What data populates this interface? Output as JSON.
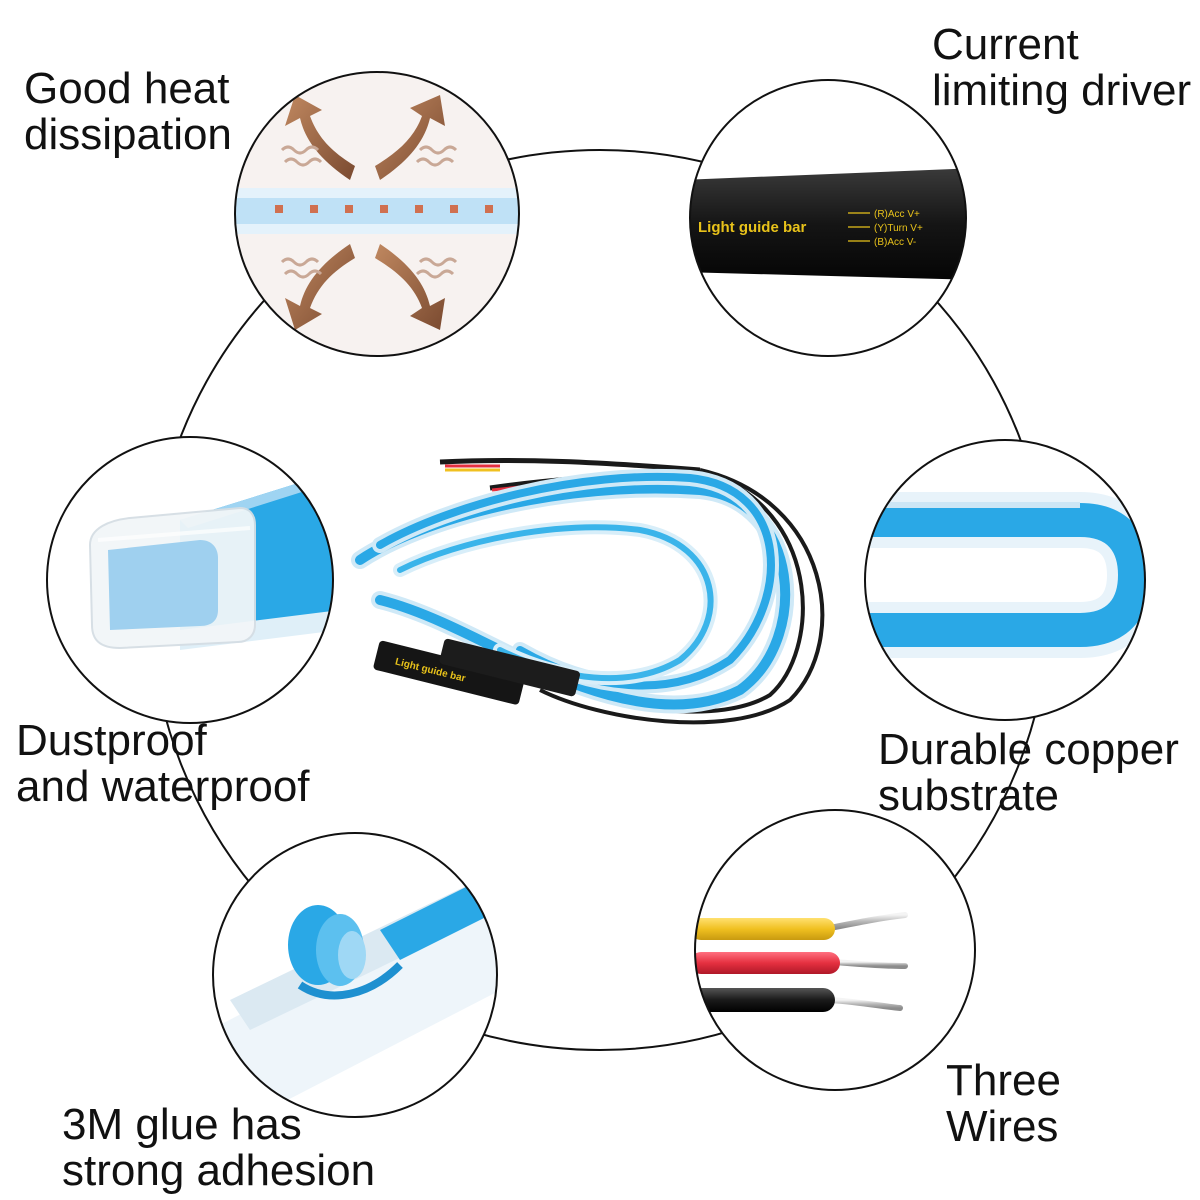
{
  "features": {
    "heat": {
      "line1": "Good heat",
      "line2": "dissipation"
    },
    "driver": {
      "line1": "Current",
      "line2": "limiting driver"
    },
    "dustproof": {
      "line1": "Dustproof",
      "line2": "and waterproof"
    },
    "copper": {
      "line1": "Durable copper",
      "line2": "substrate"
    },
    "glue": {
      "line1": "3M glue has",
      "line2": "strong adhesion"
    },
    "wires": {
      "line1": "Three",
      "line2": "Wires"
    }
  },
  "driver_box": {
    "title": "Light guide bar",
    "legend": [
      "(R)Acc V+",
      "(Y)Turn V+",
      "(B)Acc V-"
    ]
  },
  "colors": {
    "strip_blue": "#2aa8e6",
    "driver_black": "#151515",
    "driver_text": "#e8c21a",
    "wire_yellow": "#f0c020",
    "wire_red": "#e53040",
    "wire_black": "#1a1a1a",
    "heat_arrow": "#9a6a4a"
  }
}
